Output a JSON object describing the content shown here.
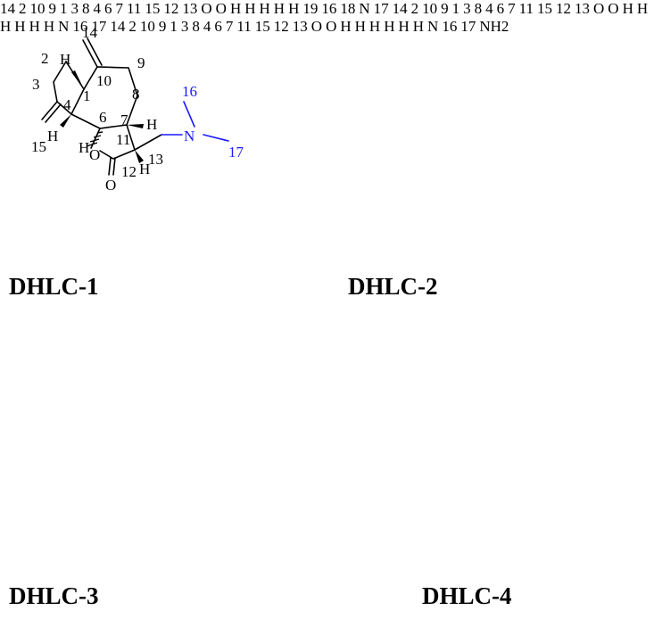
{
  "compounds": [
    {
      "name": "DHLC-1",
      "core_labels": [
        "14",
        "2",
        "10",
        "9",
        "1",
        "3",
        "8",
        "4",
        "6",
        "7",
        "11",
        "15",
        "12",
        "13",
        "O"
      ],
      "side_labels": [
        "16",
        "N",
        "17"
      ],
      "h_labels": [
        "H",
        "H",
        "H",
        "H",
        "H"
      ]
    },
    {
      "name": "DHLC-2",
      "core_labels": [
        "14",
        "2",
        "10",
        "9",
        "1",
        "3",
        "8",
        "4",
        "6",
        "7",
        "11",
        "15",
        "12",
        "13",
        "O"
      ],
      "side_labels": [
        "19",
        "16",
        "18",
        "N",
        "17"
      ],
      "h_labels": [
        "H",
        "H",
        "H",
        "H",
        "H"
      ]
    },
    {
      "name": "DHLC-3",
      "core_labels": [
        "14",
        "2",
        "10",
        "9",
        "1",
        "3",
        "8",
        "4",
        "6",
        "7",
        "11",
        "15",
        "12",
        "13",
        "O"
      ],
      "side_labels": [
        "H",
        "N",
        "16",
        "17"
      ],
      "h_labels": [
        "H",
        "H",
        "H",
        "H",
        "H"
      ]
    },
    {
      "name": "DHLC-4",
      "core_labels": [
        "14",
        "2",
        "10",
        "9",
        "1",
        "3",
        "8",
        "4",
        "6",
        "7",
        "11",
        "15",
        "12",
        "13",
        "O"
      ],
      "side_labels": [
        "H",
        "N",
        "16",
        "17",
        "NH",
        "2"
      ],
      "h_labels": [
        "H",
        "H",
        "H",
        "H",
        "H"
      ]
    }
  ]
}
